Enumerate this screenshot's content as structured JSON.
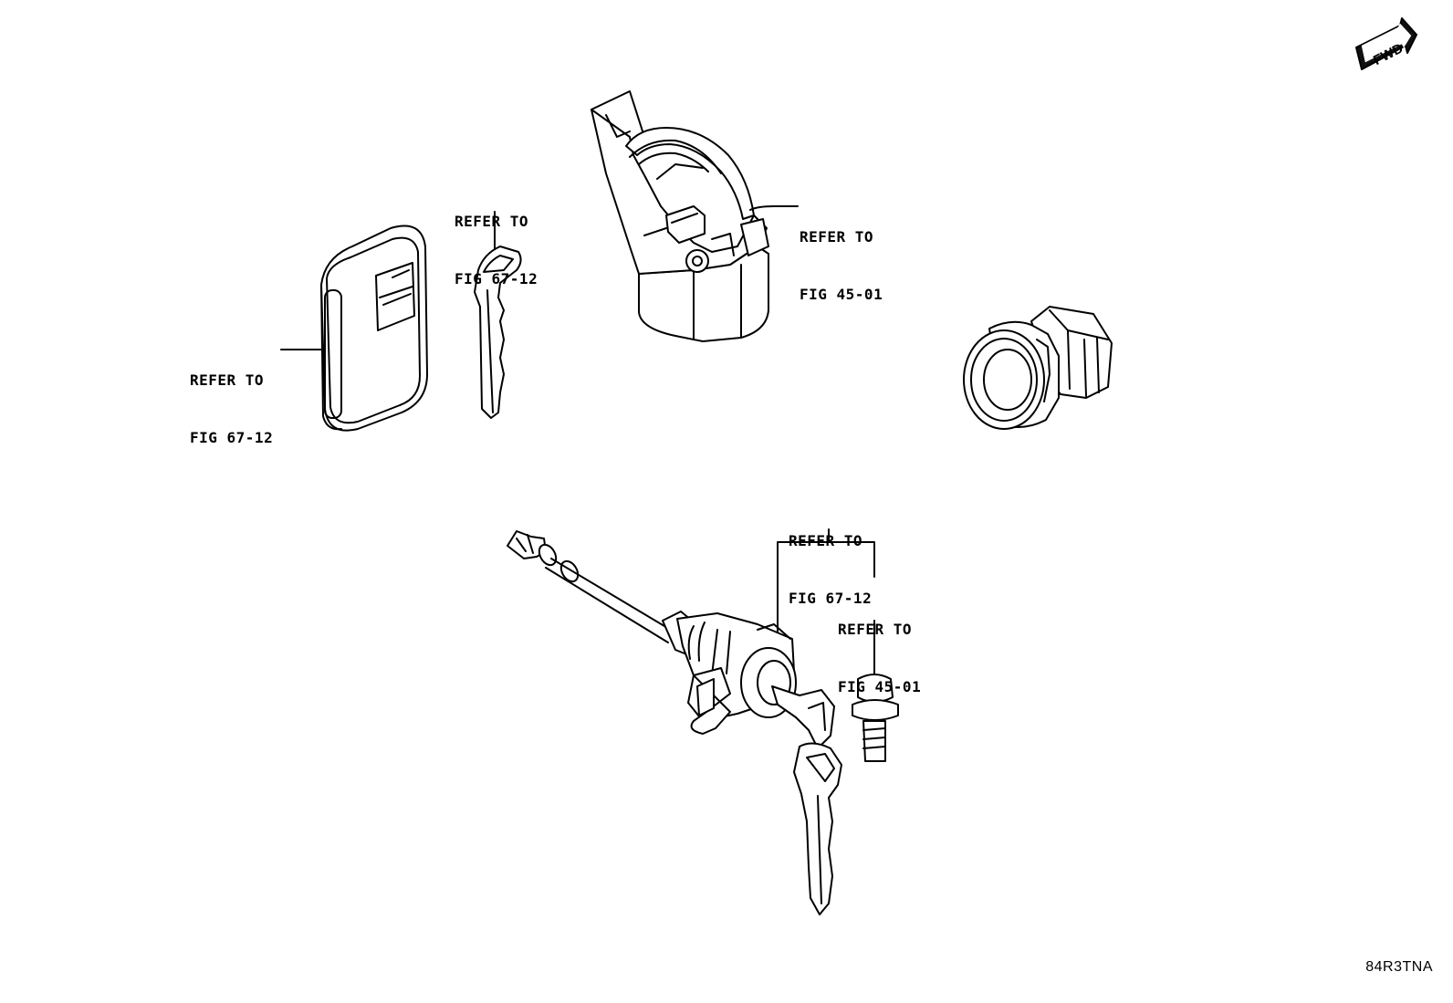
{
  "diagram": {
    "fwd_label": "FWD",
    "figure_code": "84R3TNA",
    "callouts": {
      "smart_key": {
        "line1": "REFER TO",
        "line2": "FIG 67-12"
      },
      "emergency_key": {
        "line1": "REFER TO",
        "line2": "FIG 67-12"
      },
      "steering_lock": {
        "line1": "REFER TO",
        "line2": "FIG 45-01"
      },
      "door_cylinder": {
        "line1": "REFER TO",
        "line2": "FIG 67-12"
      },
      "bolt": {
        "line1": "REFER TO",
        "line2": "FIG 45-01"
      }
    }
  }
}
